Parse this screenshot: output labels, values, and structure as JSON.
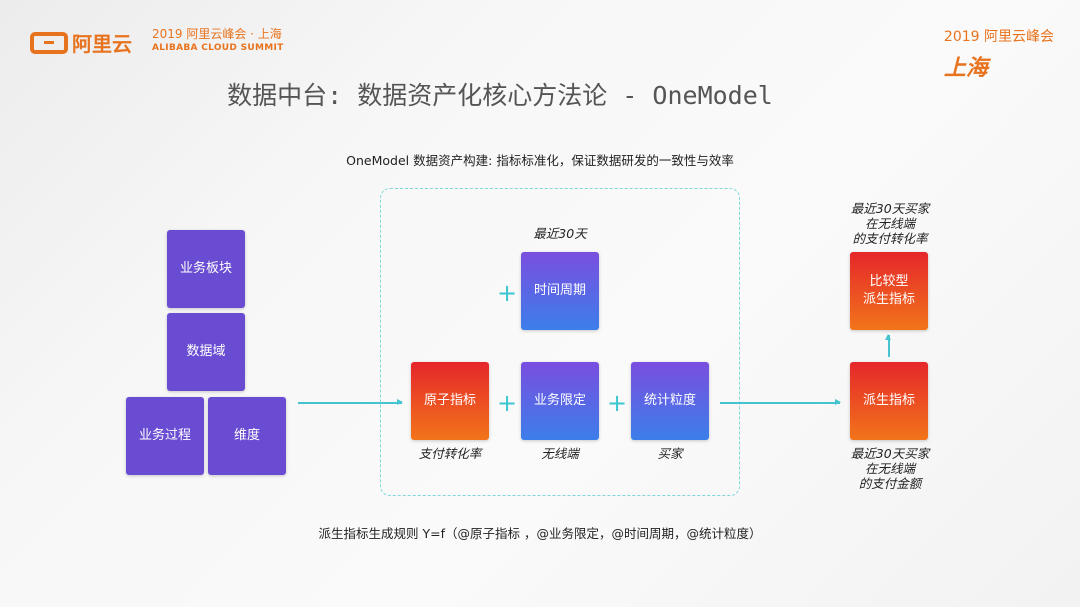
{
  "header": {
    "logo_text": "阿里云",
    "summit_cn": "2019 阿里云峰会 · 上海",
    "summit_en": "ALIBABA CLOUD SUMMIT",
    "right_year": "2019 阿里云峰会",
    "right_city": "上海"
  },
  "title": "数据中台: 数据资产化核心方法论 - OneModel",
  "subtitle": "OneModel 数据资产构建: 指标标准化，保证数据研发的一致性与效率",
  "left_blocks": {
    "business_unit": "业务板块",
    "data_domain": "数据域",
    "business_process": "业务过程",
    "dimension": "维度"
  },
  "center": {
    "atomic": "原子指标",
    "atomic_example": "支付转化率",
    "modifier": "业务限定",
    "modifier_example": "无线端",
    "time_period": "时间周期",
    "time_example": "最近30天",
    "granularity": "统计粒度",
    "granularity_example": "买家"
  },
  "right": {
    "derived": "派生指标",
    "derived_example": "最近30天买家\n在无线端\n的支付金额",
    "comparative": "比较型\n派生指标",
    "comparative_example": "最近30天买家\n在无线端\n的支付转化率"
  },
  "formula": "派生指标生成规则  Y=f（@原子指标 ，@业务限定，@时间周期，@统计粒度）",
  "colors": {
    "accent": "#e8731e",
    "purple": "#6a4cd2",
    "teal": "#45c4cf"
  }
}
